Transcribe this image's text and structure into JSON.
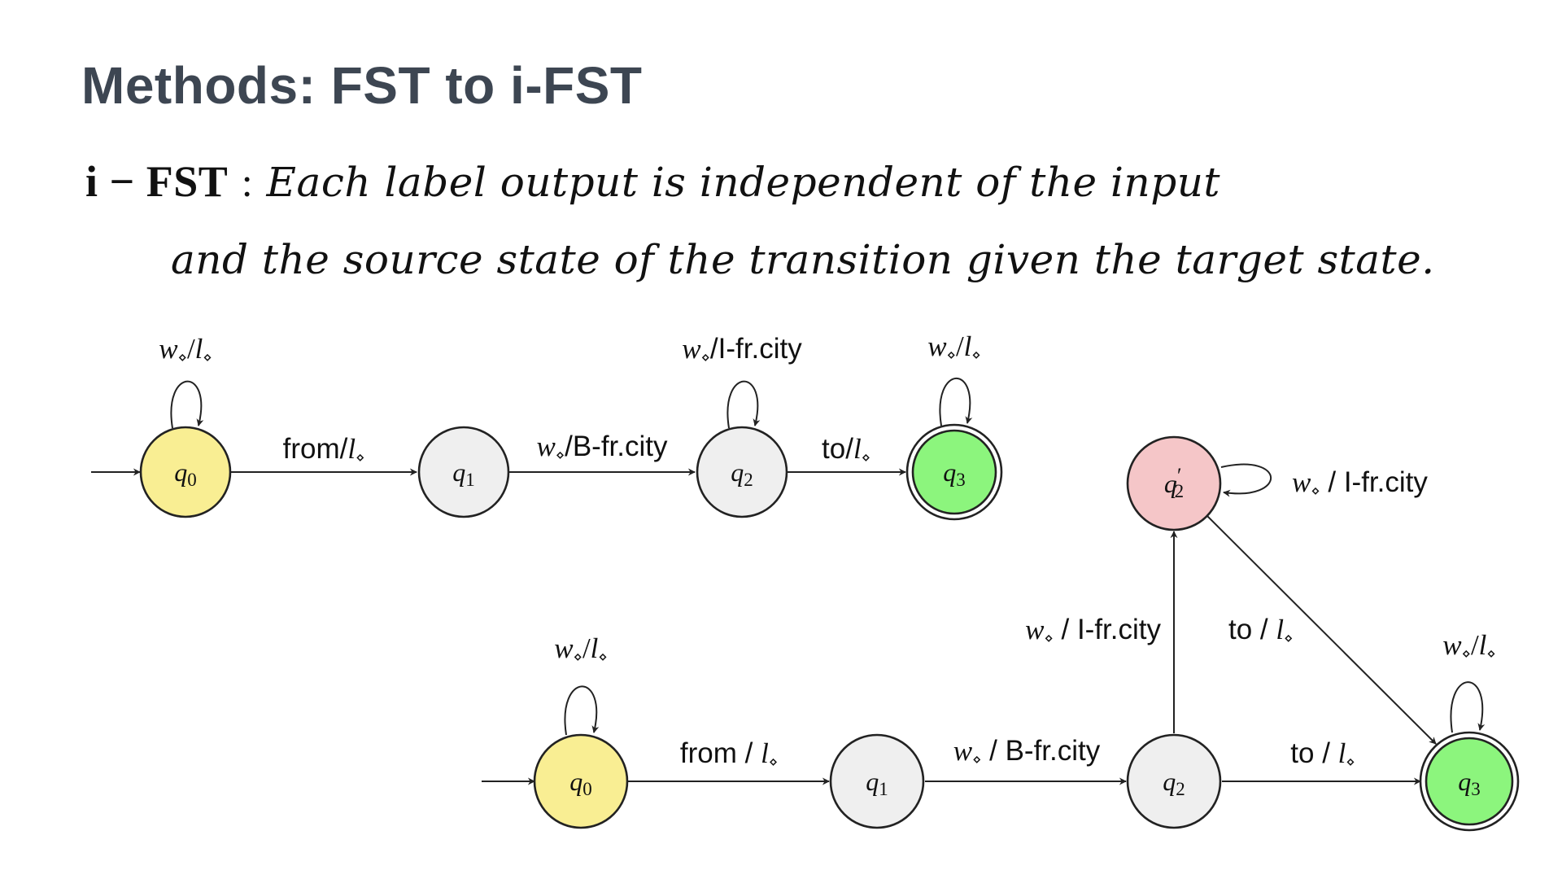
{
  "slide": {
    "title": "Methods: FST to i-FST"
  },
  "definition": {
    "term": "i − FST",
    "colon": ":",
    "line1": "Each label output is independent of the input",
    "line2": "and the source state of the transition given the target state."
  },
  "colors": {
    "start_state": "#f9ee93",
    "middle_state": "#efefef",
    "final_state": "#8cf57d",
    "split_state": "#f5c6c8",
    "title_text": "#3d4652"
  },
  "fst": {
    "states": {
      "q0": {
        "name": "q",
        "sub": "0"
      },
      "q1": {
        "name": "q",
        "sub": "1"
      },
      "q2": {
        "name": "q",
        "sub": "2"
      },
      "q3": {
        "name": "q",
        "sub": "3"
      }
    },
    "loops": {
      "q0": {
        "w": "w",
        "l": "l"
      },
      "q2": {
        "w": "w",
        "text": "/I-fr.city"
      },
      "q3": {
        "w": "w",
        "l": "l"
      }
    },
    "edges": {
      "q0_q1": {
        "text": "from/",
        "l": "l"
      },
      "q1_q2": {
        "w": "w",
        "text": "/B-fr.city"
      },
      "q2_q3": {
        "text": "to/",
        "l": "l"
      }
    }
  },
  "ifst": {
    "states": {
      "q0": {
        "name": "q",
        "sub": "0"
      },
      "q1": {
        "name": "q",
        "sub": "1"
      },
      "q2": {
        "name": "q",
        "sub": "2"
      },
      "q2prime": {
        "name": "q",
        "prime": "′",
        "sub": "2"
      },
      "q3": {
        "name": "q",
        "sub": "3"
      }
    },
    "loops": {
      "q0": {
        "w": "w",
        "l": "l"
      },
      "q2prime": {
        "w": "w",
        "text": " / I-fr.city"
      },
      "q3": {
        "w": "w",
        "l": "l"
      }
    },
    "edges": {
      "q0_q1": {
        "text": "from / ",
        "l": "l"
      },
      "q1_q2": {
        "w": "w",
        "text": " / B-fr.city"
      },
      "q2_q3": {
        "text": "to / ",
        "l": "l"
      },
      "q2_q2prime": {
        "w": "w",
        "text": " / I-fr.city"
      },
      "q2prime_q3": {
        "text": "to / ",
        "l": "l"
      }
    }
  },
  "symbols": {
    "slash": "/",
    "diamond": "⋄"
  }
}
